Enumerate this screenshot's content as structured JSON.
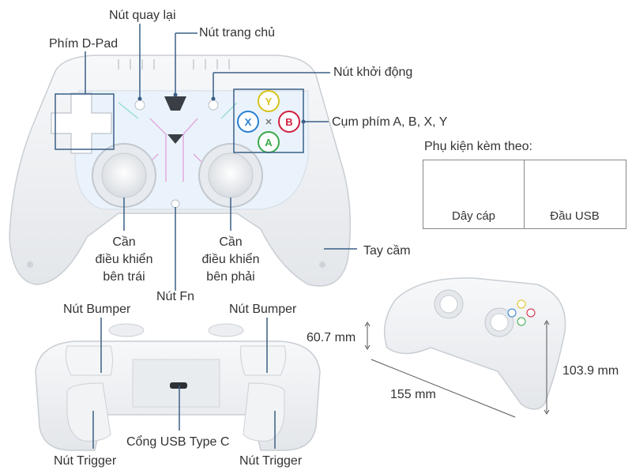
{
  "labels": {
    "back": "Nút quay lại",
    "home": "Nút trang chủ",
    "dpad": "Phím D-Pad",
    "start": "Nút khởi động",
    "abxy": "Cụm phím A, B, X, Y",
    "left_stick": [
      "Cần",
      "điều khiển",
      "bên trái"
    ],
    "right_stick": [
      "Cần",
      "điều khiển",
      "bên phải"
    ],
    "fn": "Nút Fn",
    "grip": "Tay cầm",
    "bumper_left": "Nút Bumper",
    "bumper_right": "Nút Bumper",
    "usb_c": "Cổng USB Type C",
    "trigger_left": "Nút Trigger",
    "trigger_right": "Nút Trigger"
  },
  "accessories": {
    "title": "Phụ kiện kèm theo:",
    "cable": "Dây cáp",
    "usb": "Đầu USB"
  },
  "dimensions": {
    "height": "60.7 mm",
    "width": "155 mm",
    "depth": "103.9 mm"
  },
  "buttons": {
    "y": "Y",
    "b": "B",
    "x": "X",
    "a": "A"
  },
  "colors": {
    "callout_line": "#3a5f86",
    "body": "#eef0f3",
    "y_btn": "#d8c21a",
    "b_btn": "#d02040",
    "x_btn": "#2a7fd0",
    "a_btn": "#3aa84a"
  }
}
